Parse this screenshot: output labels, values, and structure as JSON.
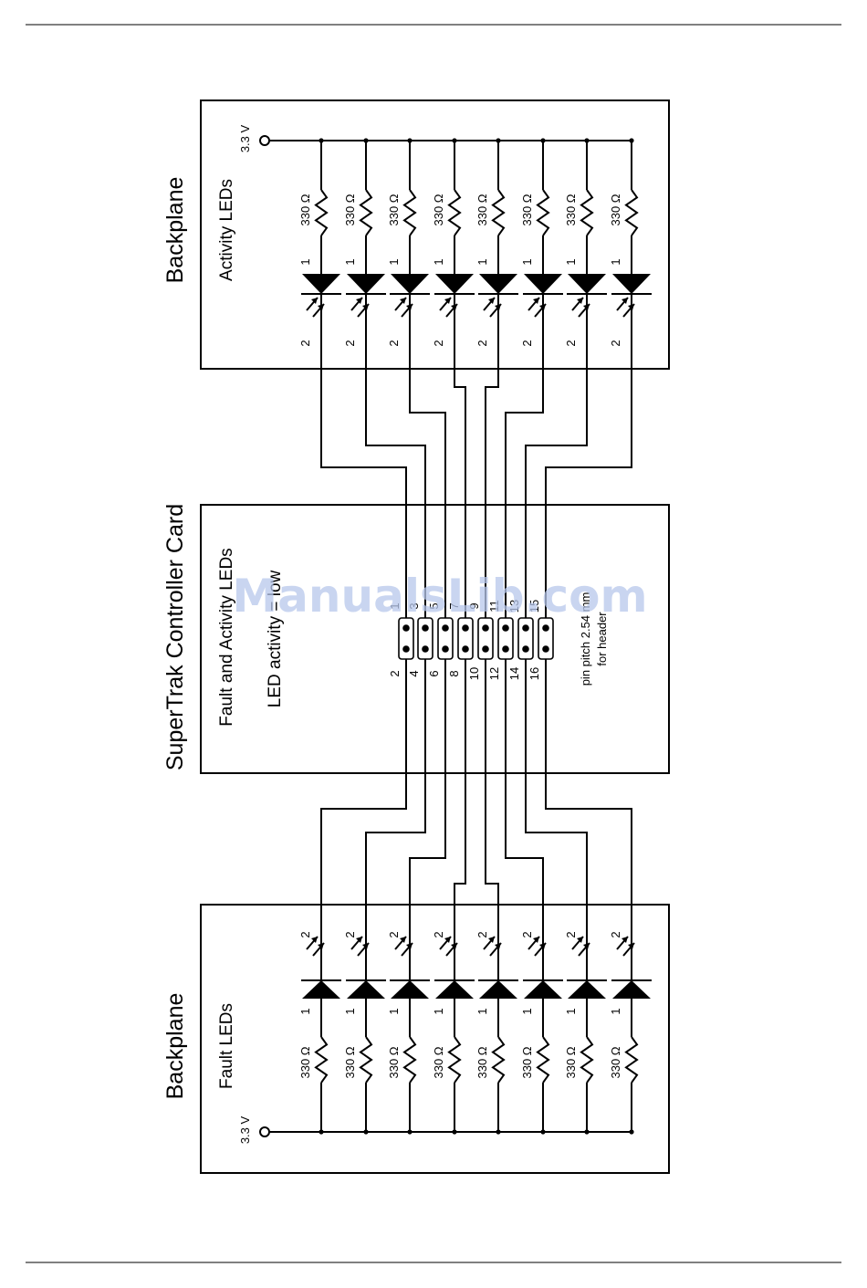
{
  "labels": {
    "backplane_top": "Backplane",
    "backplane_bottom": "Backplane",
    "activity_leds": "Activity LEDs",
    "fault_leds": "Fault LEDs",
    "voltage": "3.3 V",
    "controller_card": "SuperTrak Controller Card",
    "fault_activity_leds": "Fault and Activity LEDs",
    "led_activity": "LED activity = low",
    "pin_pitch": "pin pitch 2.54 mm",
    "for_header": "for header",
    "watermark": "ManualsLib.com"
  },
  "resistor_value": "330 Ω",
  "led_pin_anode": "1",
  "led_pin_cathode": "2",
  "header_pins_even": [
    "2",
    "4",
    "6",
    "8",
    "10",
    "12",
    "14",
    "16"
  ],
  "header_pins_odd": [
    "1",
    "3",
    "5",
    "7",
    "9",
    "11",
    "13",
    "15"
  ]
}
